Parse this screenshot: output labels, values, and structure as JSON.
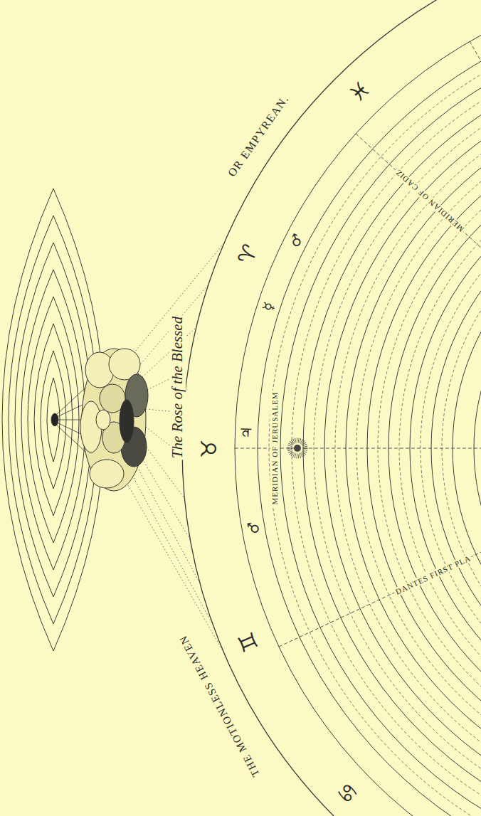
{
  "diagram": {
    "labels": [
      "OR EMPYREAN.",
      "THE MOTIONLESS HEAVEN",
      "The Rose of the Blessed",
      "MERIDIAN OF CADIZ",
      "MERIDIAN OF JERUSALEM",
      "DANTES FIRST PLA",
      "♓",
      "♈",
      "♉",
      "♊",
      "♋",
      "♂",
      "☿",
      "♃",
      "♂"
    ]
  }
}
